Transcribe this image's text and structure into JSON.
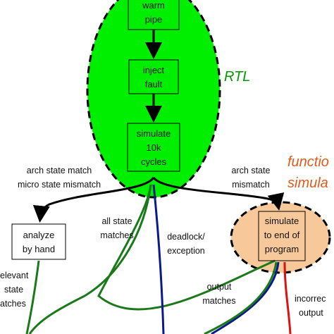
{
  "regions": {
    "rtl": {
      "label": "RTL",
      "fill": "#00ee00",
      "label_color": "#009900"
    },
    "functional": {
      "label_line1": "functio",
      "label_line2": "simula",
      "fill": "#f7c99a",
      "label_color": "#e05a1a"
    }
  },
  "nodes": {
    "warm_pipe": {
      "line1": "warm",
      "line2": "pipe"
    },
    "inject_fault": {
      "line1": "inject",
      "line2": "fault"
    },
    "simulate_10k": {
      "line1": "simulate",
      "line2": "10k",
      "line3": "cycles"
    },
    "analyze": {
      "line1": "analyze",
      "line2": "by hand"
    },
    "simulate_end": {
      "line1": "simulate",
      "line2": "to end of",
      "line3": "program"
    }
  },
  "edges": {
    "arch_match": {
      "line1": "arch state match",
      "line2": "micro state mismatch"
    },
    "arch_mismatch": {
      "line1": "arch state",
      "line2": "mismatch"
    },
    "all_match": {
      "line1": "all state",
      "line2": "matches"
    },
    "deadlock": {
      "line1": "deadlock/",
      "line2": "exception"
    },
    "output_matches": {
      "line1": "output",
      "line2": "matches"
    },
    "incorrect": {
      "line1": "incorrec",
      "line2": "output"
    },
    "irrelevant": {
      "line1": "elevant",
      "line2": "state",
      "line3": "atches"
    },
    "bottom_partial": {
      "line1": ""
    }
  },
  "colors": {
    "black_edge": "#000000",
    "green_edge": "#1a7a1a",
    "blue_edge": "#0a1a8a",
    "red_edge": "#dd1111"
  }
}
